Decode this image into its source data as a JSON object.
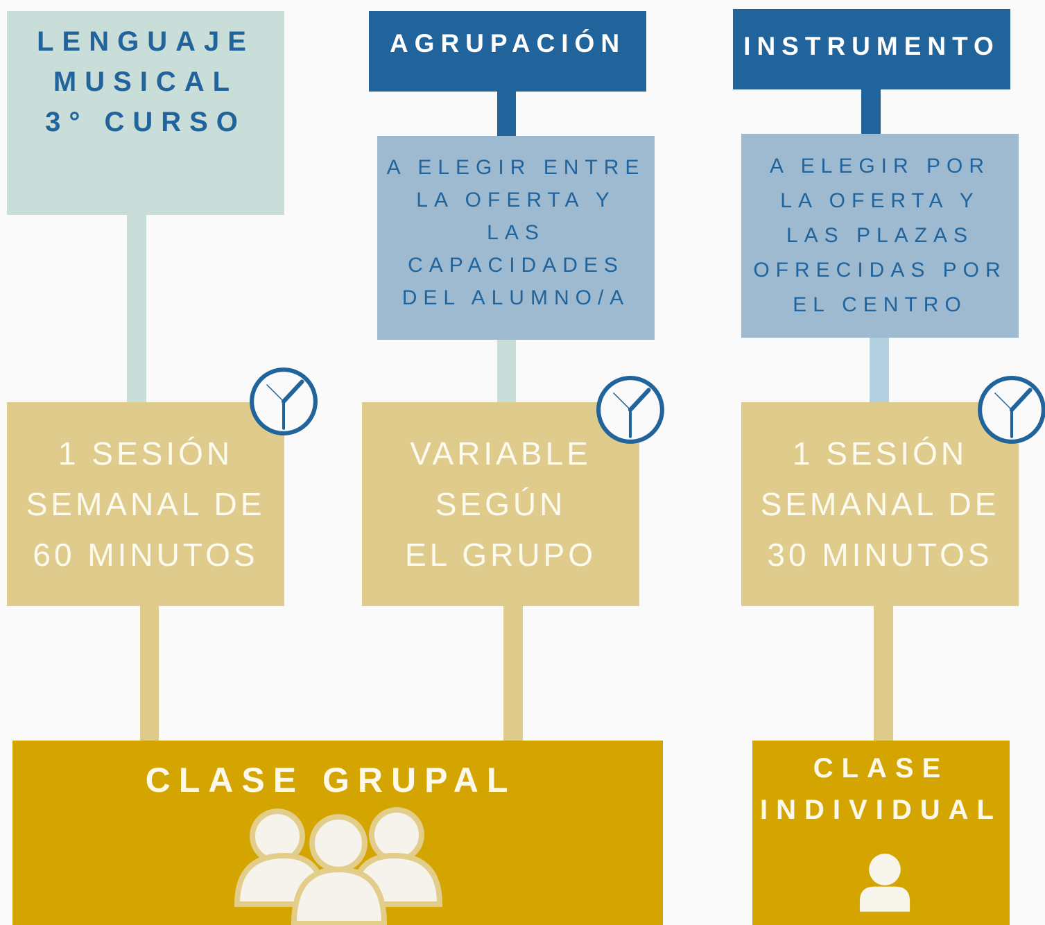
{
  "columns": [
    {
      "title_lines": [
        "LENGUAJE",
        "MUSICAL",
        "3° CURSO"
      ],
      "time_lines": [
        "1 SESIÓN",
        "SEMANAL DE",
        "60 MINUTOS"
      ]
    },
    {
      "title": "AGRUPACIÓN",
      "description_lines": [
        "A ELEGIR ENTRE",
        "LA OFERTA Y",
        "LAS",
        "CAPACIDADES",
        "DEL ALUMNO/A"
      ],
      "time_lines": [
        "VARIABLE",
        "SEGÚN",
        "EL GRUPO"
      ]
    },
    {
      "title": "INSTRUMENTO",
      "description_lines": [
        "A ELEGIR POR",
        "LA OFERTA Y",
        "LAS PLAZAS",
        "OFRECIDAS POR",
        "EL CENTRO"
      ],
      "time_lines": [
        "1 SESIÓN",
        "SEMANAL DE",
        "30 MINUTOS"
      ]
    }
  ],
  "results": {
    "group_class": "CLASE GRUPAL",
    "individual_class_lines": [
      "CLASE",
      "INDIVIDUAL"
    ]
  },
  "icons": [
    "clock-icon",
    "group-people-icon",
    "person-icon"
  ],
  "colors": {
    "dark_blue": "#21639b",
    "light_teal": "#c9ddd9",
    "mid_blue": "#9dbad1",
    "sand": "#dfcb8b",
    "gold": "#d4a500"
  }
}
